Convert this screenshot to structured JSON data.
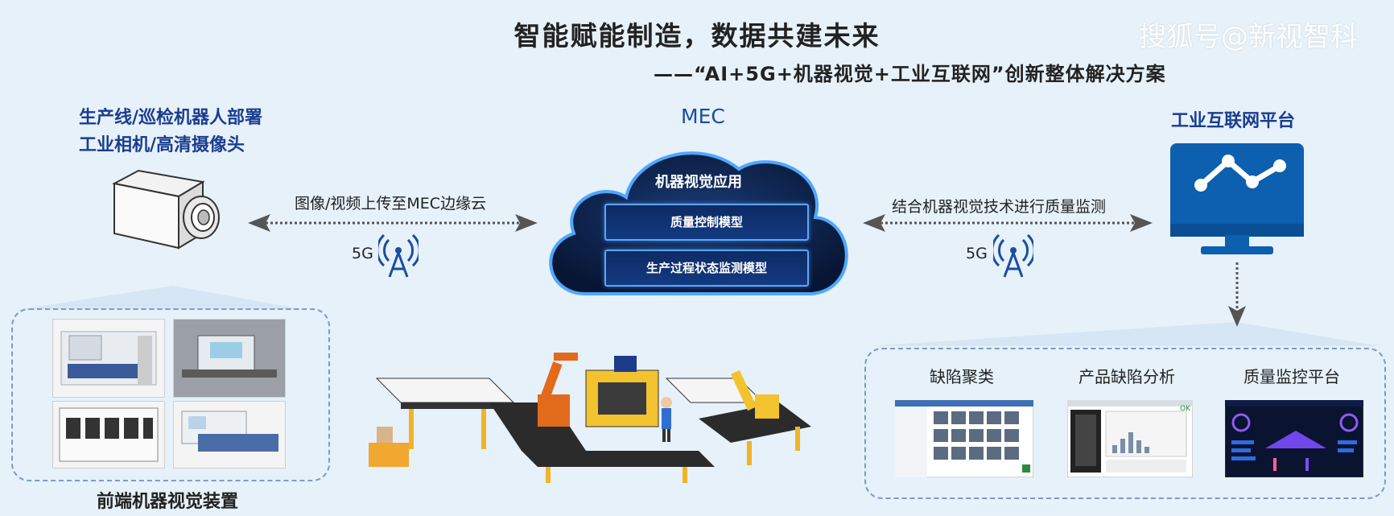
{
  "title": "智能赋能制造，数据共建未来",
  "subtitle": "——“AI+5G+机器视觉+工业互联网”创新整体解决方案",
  "watermark": "搜狐号@新视智科",
  "left": {
    "line1": "生产线/巡检机器人部署",
    "line2": "工业相机/高清摄像头",
    "bottom_label": "前端机器视觉装置"
  },
  "mec": {
    "label": "MEC",
    "cloud_title": "机器视觉应用",
    "box1": "质量控制模型",
    "box2": "生产过程状态监测模型"
  },
  "link_left": {
    "text": "图像/视频上传至MEC边缘云",
    "signal": "5G"
  },
  "link_right": {
    "text": "结合机器视觉技术进行质量监测",
    "signal": "5G"
  },
  "platform": {
    "label": "工业互联网平台"
  },
  "apps": [
    {
      "title": "缺陷聚类"
    },
    {
      "title": "产品缺陷分析"
    },
    {
      "title": "质量监控平台"
    }
  ],
  "colors": {
    "brand_blue": "#1a4ea0",
    "monitor_blue": "#0d5fb0",
    "cloud_dark": "#0b1e48",
    "cloud_edge": "#4fa7ff"
  }
}
